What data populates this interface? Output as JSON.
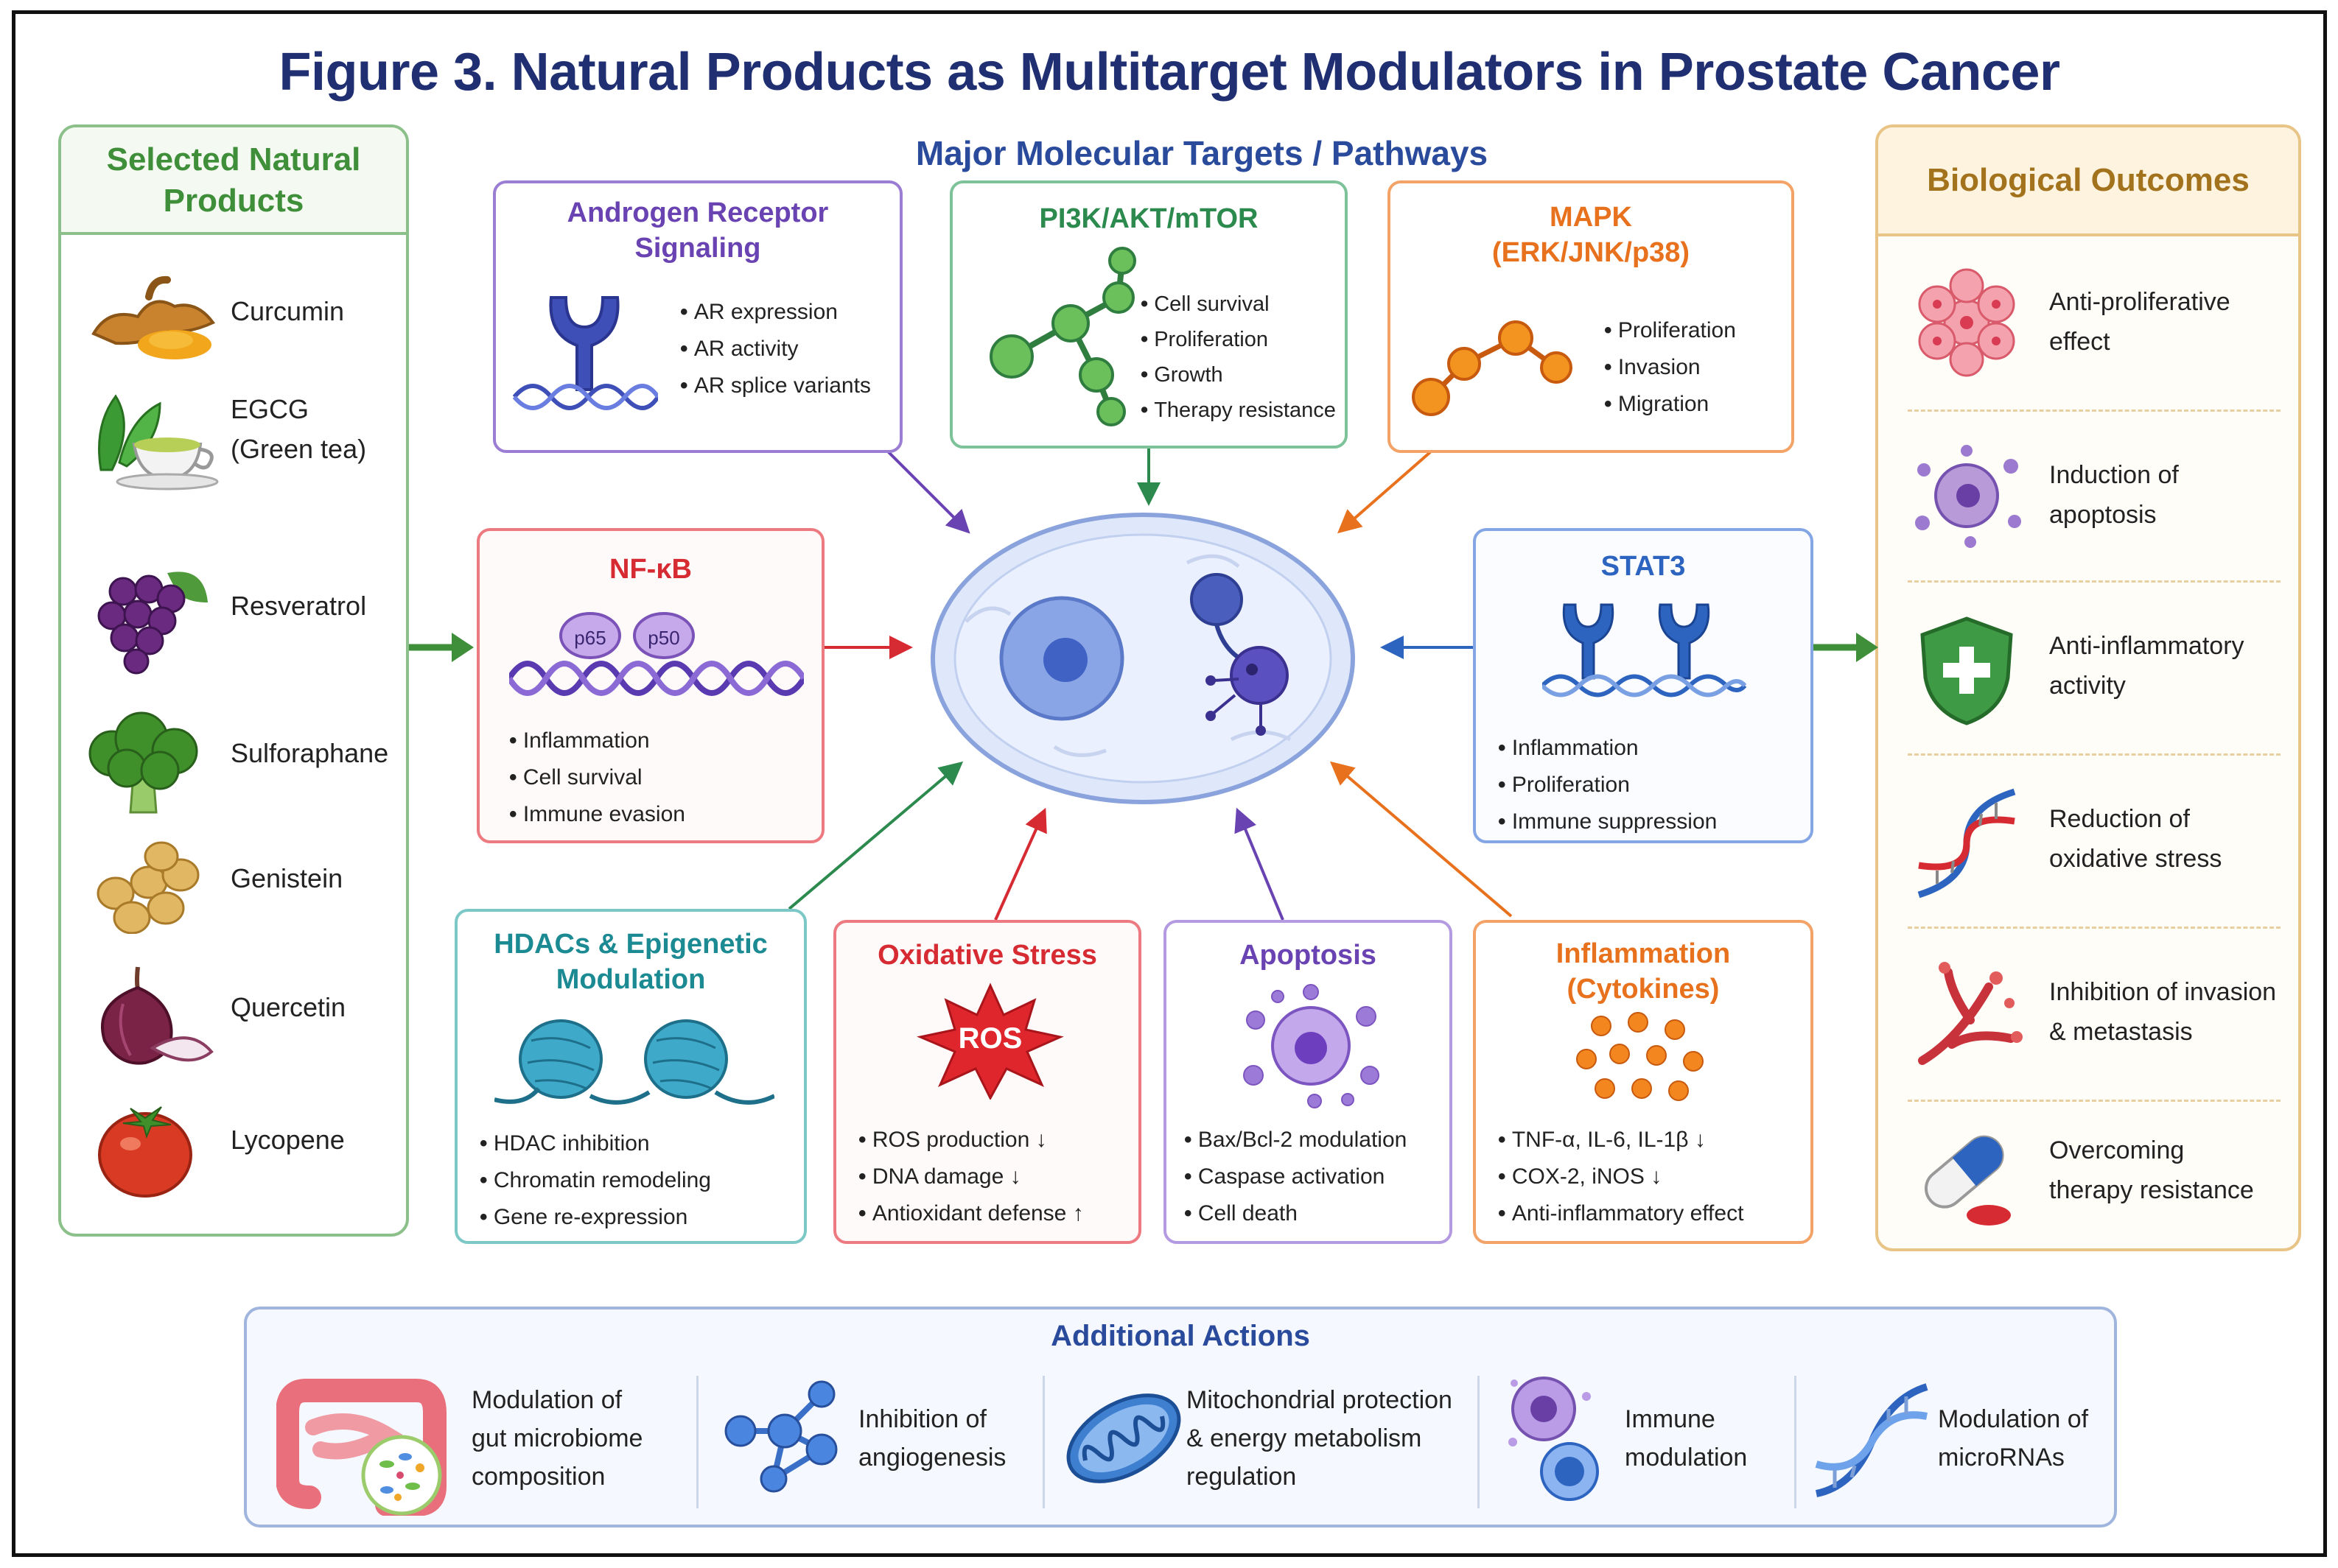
{
  "title": "Figure 3. Natural Products as Multitarget Modulators in Prostate Cancer",
  "subtitle": "Major Molecular Targets / Pathways",
  "colors": {
    "green": "#3f8f3a",
    "navy": "#1f2f72",
    "purple": "#6a43b3",
    "teal_green": "#2c8a4e",
    "orange": "#e8711e",
    "red": "#d62b32",
    "blue": "#2d64c0",
    "teal": "#1c8a92",
    "gold": "#b8862a"
  },
  "natural_products": {
    "header": "Selected Natural\nProducts",
    "items": [
      {
        "label": "Curcumin",
        "icon": "turmeric-icon"
      },
      {
        "label": "EGCG\n(Green tea)",
        "icon": "green-tea-icon"
      },
      {
        "label": "Resveratrol",
        "icon": "grapes-icon"
      },
      {
        "label": "Sulforaphane",
        "icon": "broccoli-icon"
      },
      {
        "label": "Genistein",
        "icon": "soybeans-icon"
      },
      {
        "label": "Quercetin",
        "icon": "onion-icon"
      },
      {
        "label": "Lycopene",
        "icon": "tomato-icon"
      }
    ]
  },
  "targets": {
    "ar": {
      "title": "Androgen Receptor\nSignaling",
      "items": [
        "AR expression",
        "AR activity",
        "AR splice variants"
      ]
    },
    "pi3k": {
      "title": "PI3K/AKT/mTOR",
      "items": [
        "Cell survival",
        "Proliferation",
        "Growth",
        "Therapy resistance"
      ]
    },
    "mapk": {
      "title": "MAPK\n(ERK/JNK/p38)",
      "items": [
        "Proliferation",
        "Invasion",
        "Migration"
      ]
    },
    "nfkb": {
      "title": "NF-κB",
      "labels": [
        "p65",
        "p50"
      ],
      "items": [
        "Inflammation",
        "Cell survival",
        "Immune evasion"
      ]
    },
    "stat3": {
      "title": "STAT3",
      "items": [
        "Inflammation",
        "Proliferation",
        "Immune suppression"
      ]
    },
    "hdac": {
      "title": "HDACs & Epigenetic\nModulation",
      "items": [
        "HDAC inhibition",
        "Chromatin remodeling",
        "Gene re-expression"
      ]
    },
    "oxidative": {
      "title": "Oxidative Stress",
      "badge": "ROS",
      "items": [
        "ROS production ↓",
        "DNA damage ↓",
        "Antioxidant defense ↑"
      ]
    },
    "apoptosis": {
      "title": "Apoptosis",
      "items": [
        "Bax/Bcl-2 modulation",
        "Caspase activation",
        "Cell death"
      ]
    },
    "inflammation": {
      "title": "Inflammation\n(Cytokines)",
      "items": [
        "TNF-α, IL-6, IL-1β ↓",
        "COX-2, iNOS ↓",
        "Anti-inflammatory effect"
      ]
    }
  },
  "outcomes": {
    "header": "Biological Outcomes",
    "items": [
      {
        "label": "Anti-proliferative\neffect",
        "icon": "cell-cluster-icon"
      },
      {
        "label": "Induction of\napoptosis",
        "icon": "apoptotic-cell-icon"
      },
      {
        "label": "Anti-inflammatory\nactivity",
        "icon": "shield-plus-icon"
      },
      {
        "label": "Reduction of\noxidative stress",
        "icon": "dna-icon"
      },
      {
        "label": "Inhibition of invasion\n& metastasis",
        "icon": "invasion-icon"
      },
      {
        "label": "Overcoming\ntherapy resistance",
        "icon": "capsule-icon"
      }
    ]
  },
  "additional": {
    "title": "Additional Actions",
    "items": [
      {
        "label": "Modulation of\ngut microbiome\ncomposition",
        "icon": "gut-microbiome-icon"
      },
      {
        "label": "Inhibition of\nangiogenesis",
        "icon": "molecule-icon"
      },
      {
        "label": "Mitochondrial protection\n& energy metabolism\nregulation",
        "icon": "mitochondrion-icon"
      },
      {
        "label": "Immune\nmodulation",
        "icon": "immune-cells-icon"
      },
      {
        "label": "Modulation of\nmicroRNAs",
        "icon": "dna-helix-icon"
      }
    ]
  }
}
